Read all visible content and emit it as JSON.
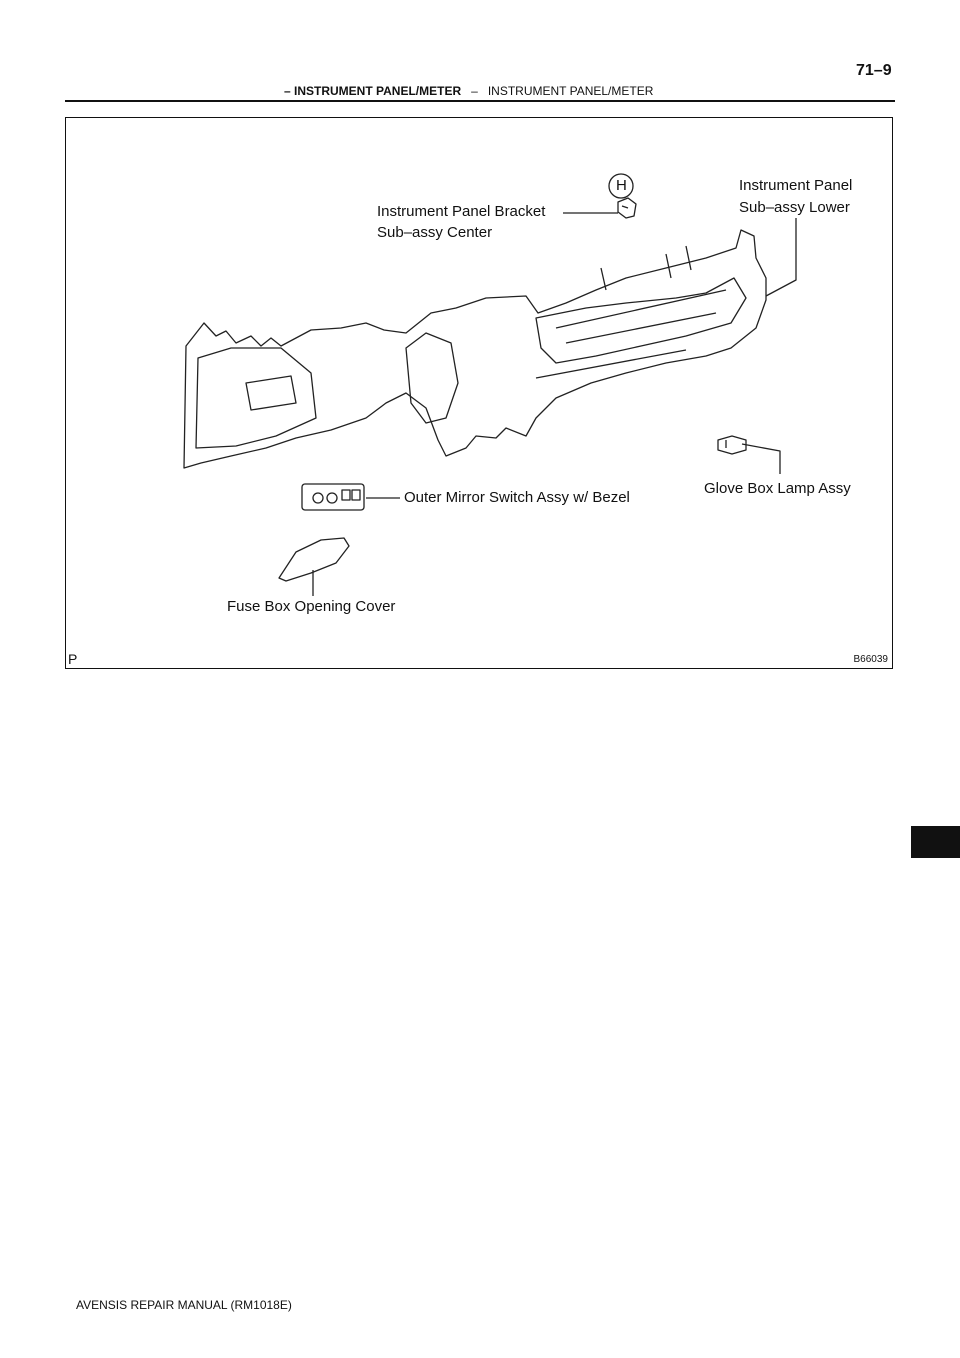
{
  "header": {
    "page_number": "71–9",
    "section_bold": "– INSTRUMENT PANEL/METER",
    "separator": "–",
    "section_regular": "INSTRUMENT PANEL/METER"
  },
  "figure": {
    "callout_letter": "H",
    "labels": {
      "bracket_line1": "Instrument Panel Bracket",
      "bracket_line2": "Sub–assy Center",
      "panel_line1": "Instrument Panel",
      "panel_line2": "Sub–assy Lower",
      "mirror_switch": "Outer Mirror Switch Assy w/ Bezel",
      "glove_box_lamp": "Glove Box Lamp Assy",
      "fuse_box_cover": "Fuse Box Opening Cover"
    },
    "corner_letter": "P",
    "figure_code": "B66039"
  },
  "footer": {
    "text": "AVENSIS REPAIR MANUAL   (RM1018E)"
  }
}
